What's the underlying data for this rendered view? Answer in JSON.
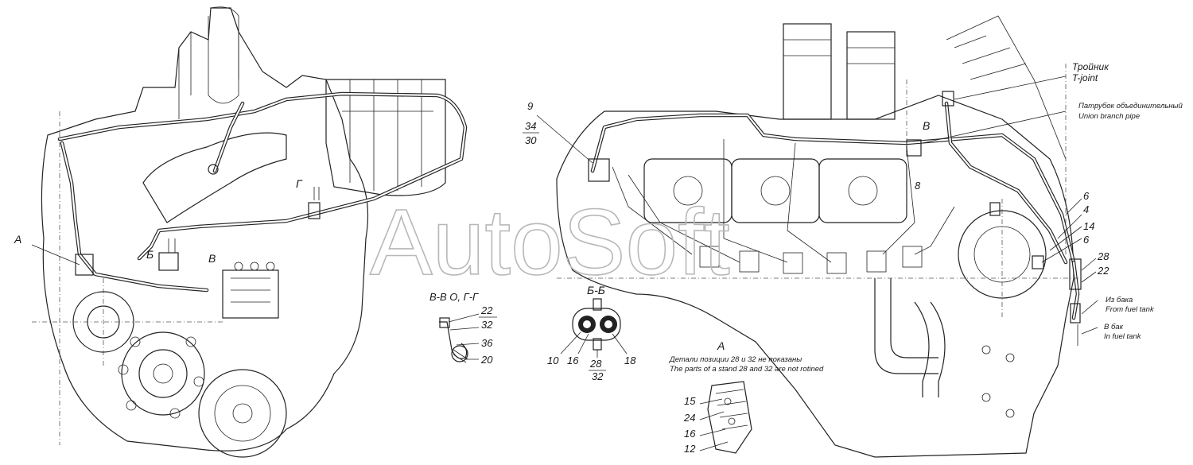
{
  "watermark": "AutoSoft",
  "left_view": {
    "section_labels": {
      "a": "А",
      "b": "Б",
      "v": "В",
      "g": "Г"
    }
  },
  "right_view": {
    "callouts": {
      "c9": "9",
      "c34": "34",
      "c30": "30",
      "cB": "В",
      "c8": "8",
      "c6a": "6",
      "c4": "4",
      "c14": "14",
      "c6b": "6",
      "c28": "28",
      "c22": "22"
    },
    "tee_ru": "Тройник",
    "tee_en": "T-joint",
    "union_ru": "Патрубок объединительный",
    "union_en": "Union branch pipe",
    "from_tank_ru": "Из бака",
    "from_tank_en": "From fuel tank",
    "to_tank_ru": "В бак",
    "to_tank_en": "In fuel tank"
  },
  "detail_vv": {
    "title": "В-В О, Г-Г",
    "parts": [
      "22",
      "32",
      "36",
      "20"
    ]
  },
  "detail_bb": {
    "title": "Б-Б",
    "parts": [
      "10",
      "16",
      "28",
      "18",
      "32"
    ]
  },
  "detail_a": {
    "title": "А",
    "note_ru": "Детали позиции 28 и 32 не показаны",
    "note_en": "The parts of a stand 28 and 32 are not rotined",
    "parts": [
      "15",
      "24",
      "16",
      "12"
    ]
  }
}
